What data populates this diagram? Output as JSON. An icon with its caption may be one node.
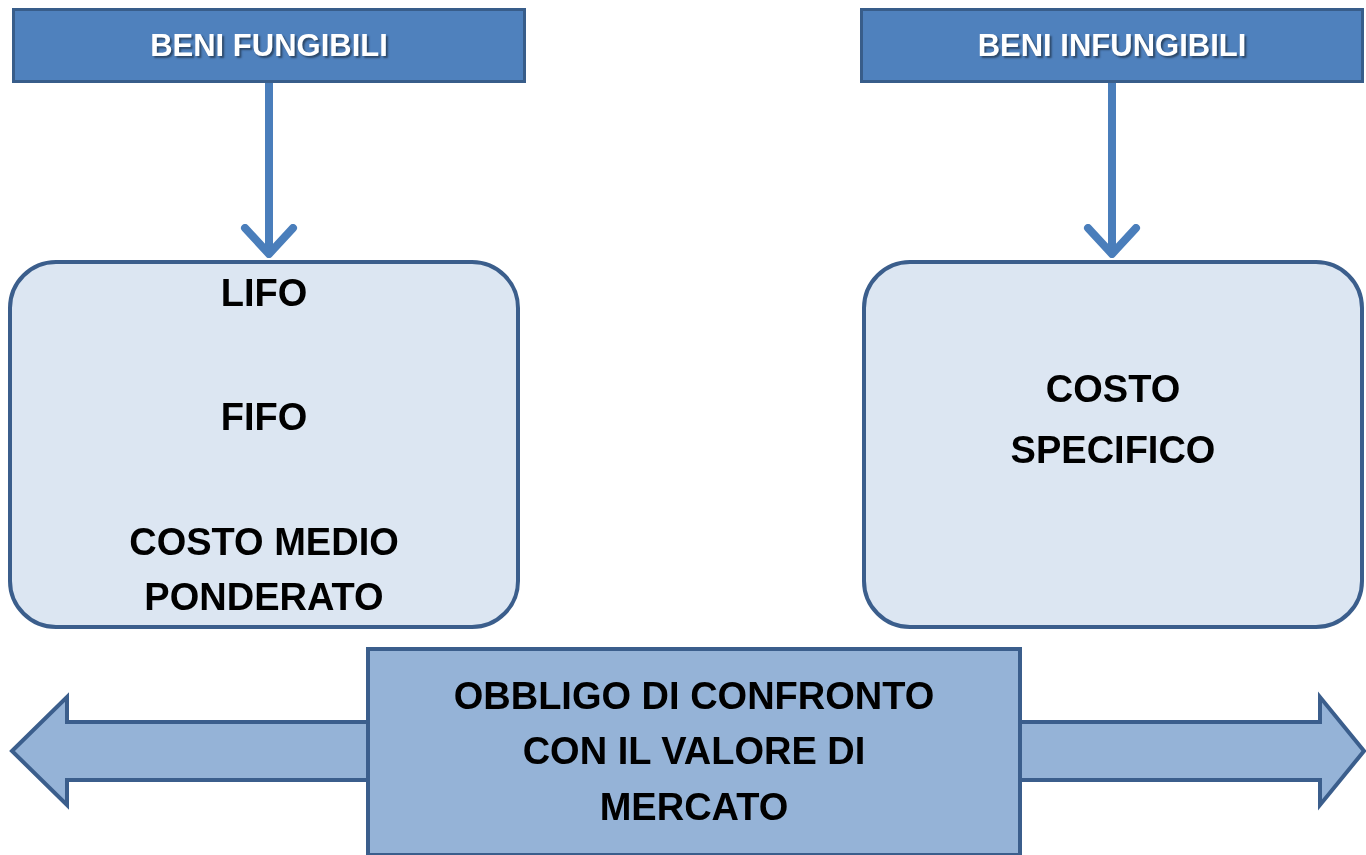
{
  "diagram": {
    "nodes": [
      {
        "text": [
          "BENI FUNGIBILI"
        ]
      },
      {
        "text": [
          "BENI INFUNGIBILI"
        ]
      },
      {
        "text": [
          "LIFO",
          "FIFO",
          "COSTO MEDIO PONDERATO"
        ]
      },
      {
        "text": [
          "COSTO SPECIFICO"
        ]
      },
      {
        "text": [
          "OBBLIGO DI CONFRONTO CON IL VALORE DI MERCATO"
        ]
      }
    ],
    "edges": [
      {
        "from": 0,
        "to": 2,
        "arrow": "to"
      },
      {
        "from": 1,
        "to": 3,
        "arrow": "to"
      }
    ]
  }
}
